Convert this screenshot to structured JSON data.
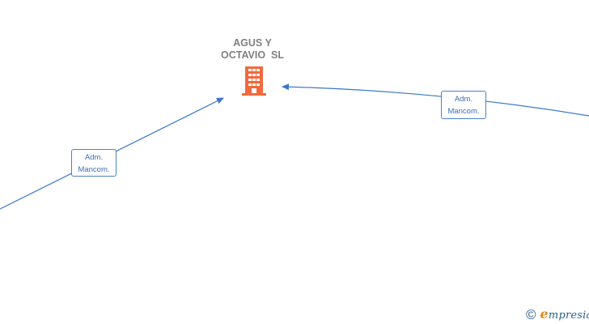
{
  "company": {
    "name_line1": "AGUS Y",
    "name_line2": "OCTAVIO  SL",
    "icon": "building-icon",
    "icon_color": "#f26a3d"
  },
  "edges": [
    {
      "label_line1": "Adm.",
      "label_line2": "Mancom."
    },
    {
      "label_line1": "Adm.",
      "label_line2": "Mancom."
    }
  ],
  "colors": {
    "edge": "#3a78c9",
    "label_text": "#3a6fb5",
    "company_text": "#808080"
  },
  "watermark": {
    "symbol": "©",
    "brand_initial": "e",
    "brand_rest": "mpresia"
  }
}
